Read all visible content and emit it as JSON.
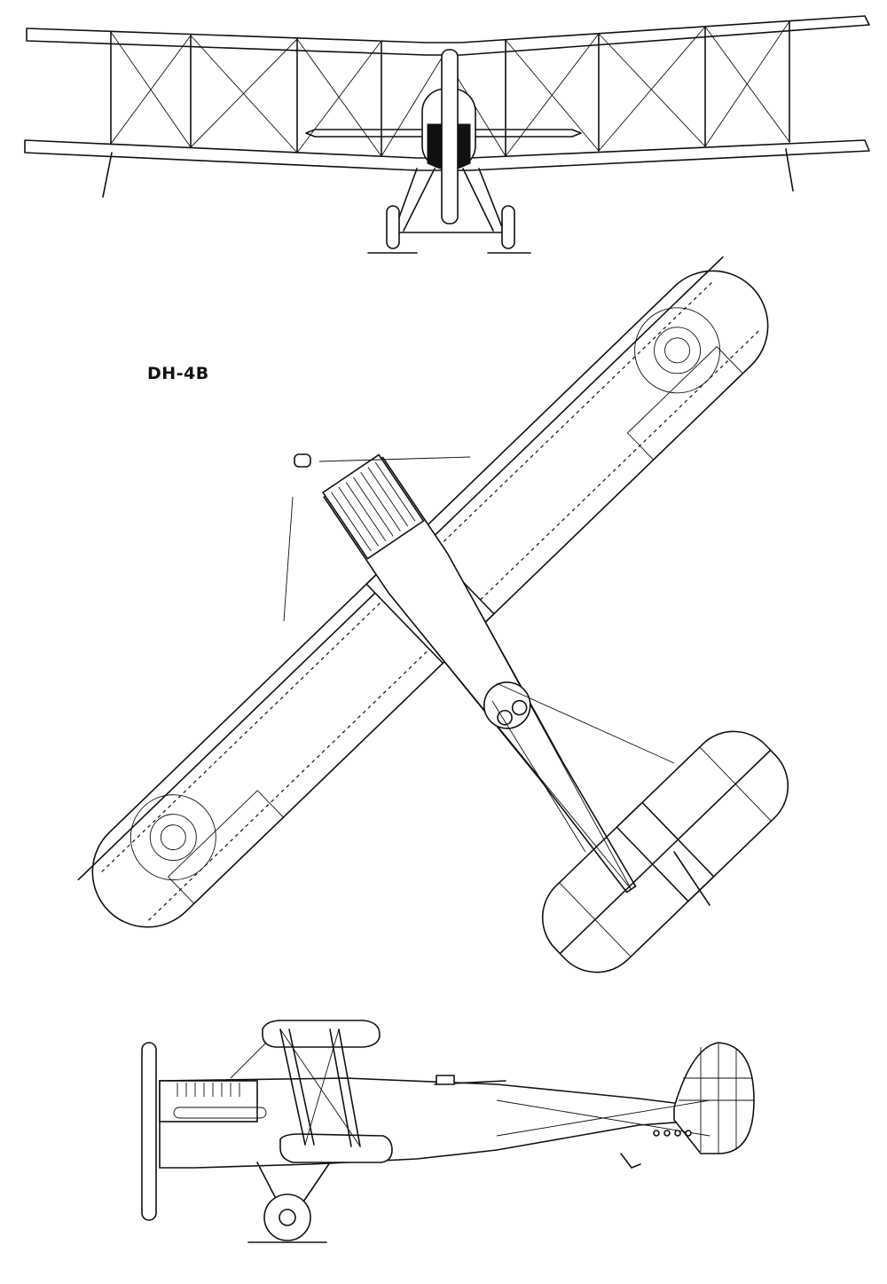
{
  "drawing": {
    "title": "DH-4B",
    "views": [
      "front-view",
      "plan-view",
      "side-view"
    ],
    "colors": {
      "ink": "#111111",
      "paper": "#ffffff"
    }
  }
}
